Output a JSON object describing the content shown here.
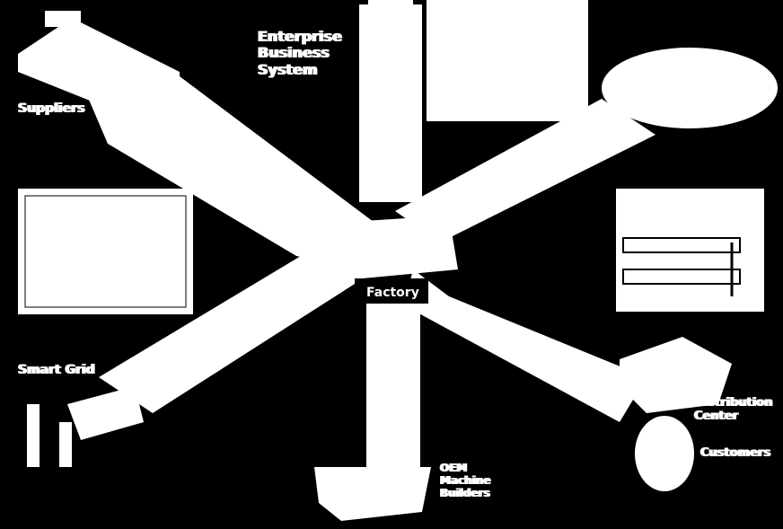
{
  "labels": {
    "enterprise": "Enterprise Business System",
    "suppliers": "Suppliers",
    "smart_grid": "Smart Grid",
    "factory": "Factory",
    "distribution_center": "Distribution Center",
    "customers": "Customers",
    "oem": "OEM Machine Builders"
  },
  "colors": {
    "background": "#000000",
    "foreground": "#ffffff"
  }
}
